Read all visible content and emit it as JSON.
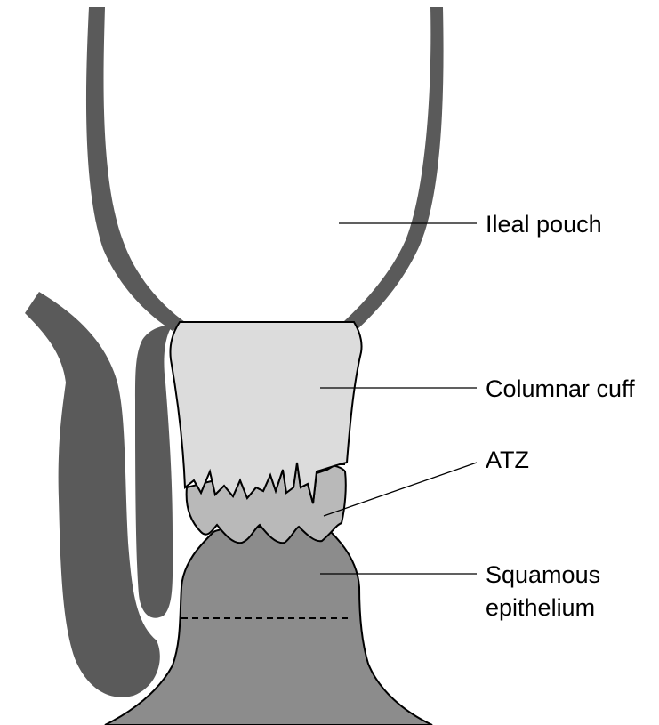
{
  "labels": {
    "ileal_pouch": "Ileal pouch",
    "columnar_cuff": "Columnar cuff",
    "atz": "ATZ",
    "squamous_line1": "Squamous",
    "squamous_line2": "epithelium"
  },
  "colors": {
    "wall": "#5a5a5a",
    "columnar_cuff": "#dcdcdc",
    "atz": "#b9b9b9",
    "squamous": "#8c8c8c",
    "outline": "#000000",
    "background": "#ffffff"
  }
}
